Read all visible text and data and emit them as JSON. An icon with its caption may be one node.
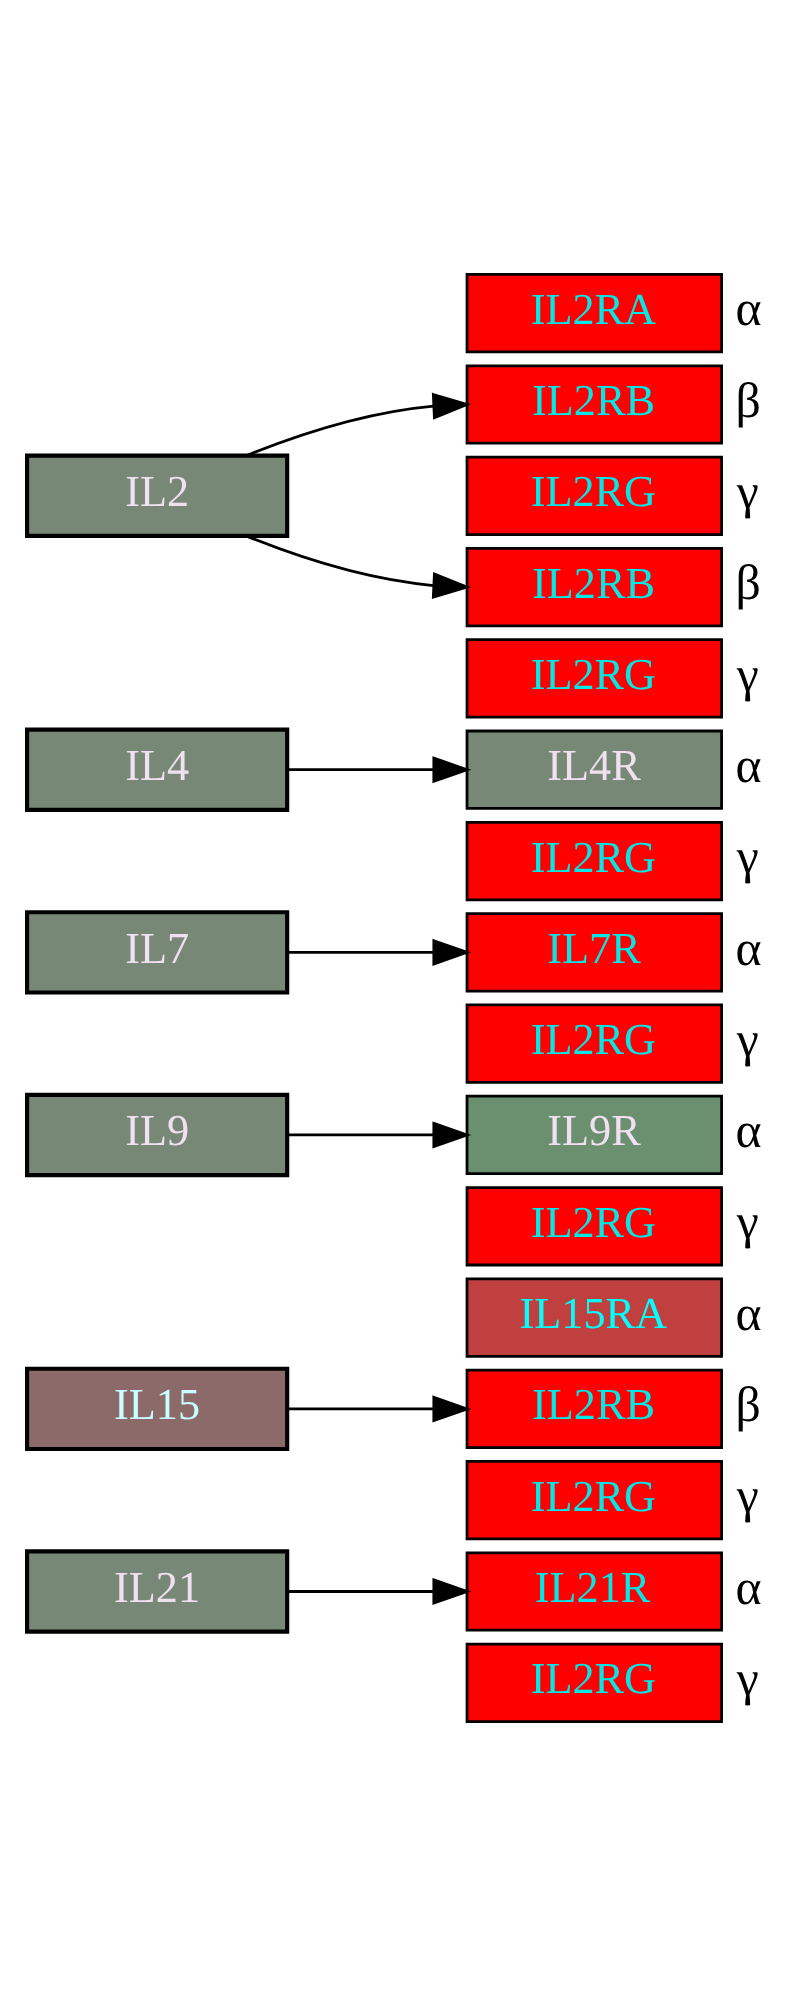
{
  "diagram": {
    "nodes": [
      {
        "text": [
          "IL2RA"
        ],
        "beside": [
          "α"
        ]
      },
      {
        "text": [
          "IL2RB"
        ],
        "beside": [
          "β"
        ]
      },
      {
        "text": [
          "IL2RG"
        ],
        "beside": [
          "γ"
        ]
      },
      {
        "text": [
          "IL2"
        ]
      },
      {
        "text": [
          "IL2RB"
        ],
        "beside": [
          "β"
        ]
      },
      {
        "text": [
          "IL2RG"
        ],
        "beside": [
          "γ"
        ]
      },
      {
        "text": [
          "IL4"
        ]
      },
      {
        "text": [
          "IL4R"
        ],
        "beside": [
          "α"
        ]
      },
      {
        "text": [
          "IL2RG"
        ],
        "beside": [
          "γ"
        ]
      },
      {
        "text": [
          "IL7"
        ]
      },
      {
        "text": [
          "IL7R"
        ],
        "beside": [
          "α"
        ]
      },
      {
        "text": [
          "IL2RG"
        ],
        "beside": [
          "γ"
        ]
      },
      {
        "text": [
          "IL9"
        ]
      },
      {
        "text": [
          "IL9R"
        ],
        "beside": [
          "α"
        ]
      },
      {
        "text": [
          "IL2RG"
        ],
        "beside": [
          "γ"
        ]
      },
      {
        "text": [
          "IL15"
        ]
      },
      {
        "text": [
          "IL15RA"
        ],
        "beside": [
          "α"
        ]
      },
      {
        "text": [
          "IL2RB"
        ],
        "beside": [
          "β"
        ]
      },
      {
        "text": [
          "IL2RG"
        ],
        "beside": [
          "γ"
        ]
      },
      {
        "text": [
          "IL21"
        ]
      },
      {
        "text": [
          "IL21R"
        ],
        "beside": [
          "α"
        ]
      },
      {
        "text": [
          "IL2RG"
        ],
        "beside": [
          "γ"
        ]
      }
    ],
    "edges": [
      {
        "from": 3,
        "to": 1,
        "arrow": "to"
      },
      {
        "from": 3,
        "to": 4,
        "arrow": "to"
      },
      {
        "from": 6,
        "to": 7,
        "arrow": "to"
      },
      {
        "from": 9,
        "to": 10,
        "arrow": "to"
      },
      {
        "from": 12,
        "to": 13,
        "arrow": "to"
      },
      {
        "from": 15,
        "to": 17,
        "arrow": "to"
      },
      {
        "from": 19,
        "to": 20,
        "arrow": "to"
      }
    ]
  }
}
